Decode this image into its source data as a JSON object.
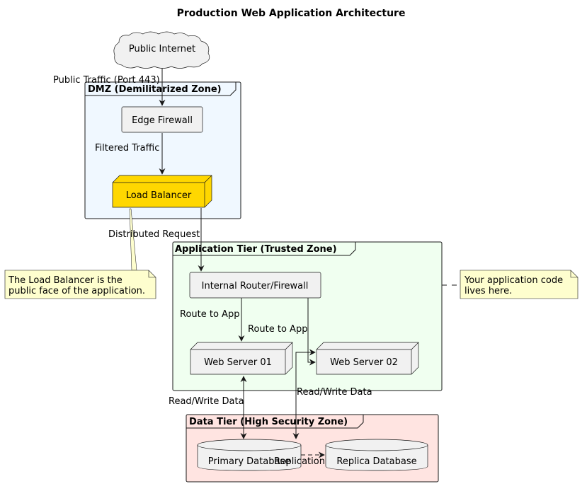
{
  "title": "Production Web Application Architecture",
  "zones": {
    "dmz": {
      "label": "DMZ (Demilitarized Zone)",
      "fill": "#F0F8FF"
    },
    "app": {
      "label": "Application Tier (Trusted Zone)",
      "fill": "#F0FFF0"
    },
    "data": {
      "label": "Data Tier (High Security Zone)",
      "fill": "#FFE4E1"
    }
  },
  "nodes": {
    "internet": "Public Internet",
    "edge_firewall": "Edge Firewall",
    "load_balancer": "Load Balancer",
    "load_balancer_color": "#FFD700",
    "internal_router": "Internal Router/Firewall",
    "web01": "Web Server 01",
    "web02": "Web Server 02",
    "primary_db": "Primary Database",
    "replica_db": "Replica Database"
  },
  "edges": {
    "public_traffic": "Public Traffic (Port 443)",
    "filtered_traffic": "Filtered Traffic",
    "distributed_request": "Distributed Request",
    "route_to_app_1": "Route to App",
    "route_to_app_2": "Route to App",
    "read_write_1": "Read/Write Data",
    "read_write_2": "Read/Write Data",
    "replication": "Replication"
  },
  "notes": {
    "lb_note": [
      "The Load Balancer is the",
      "public face of the application."
    ],
    "app_note": [
      "Your application code",
      "lives here."
    ]
  }
}
